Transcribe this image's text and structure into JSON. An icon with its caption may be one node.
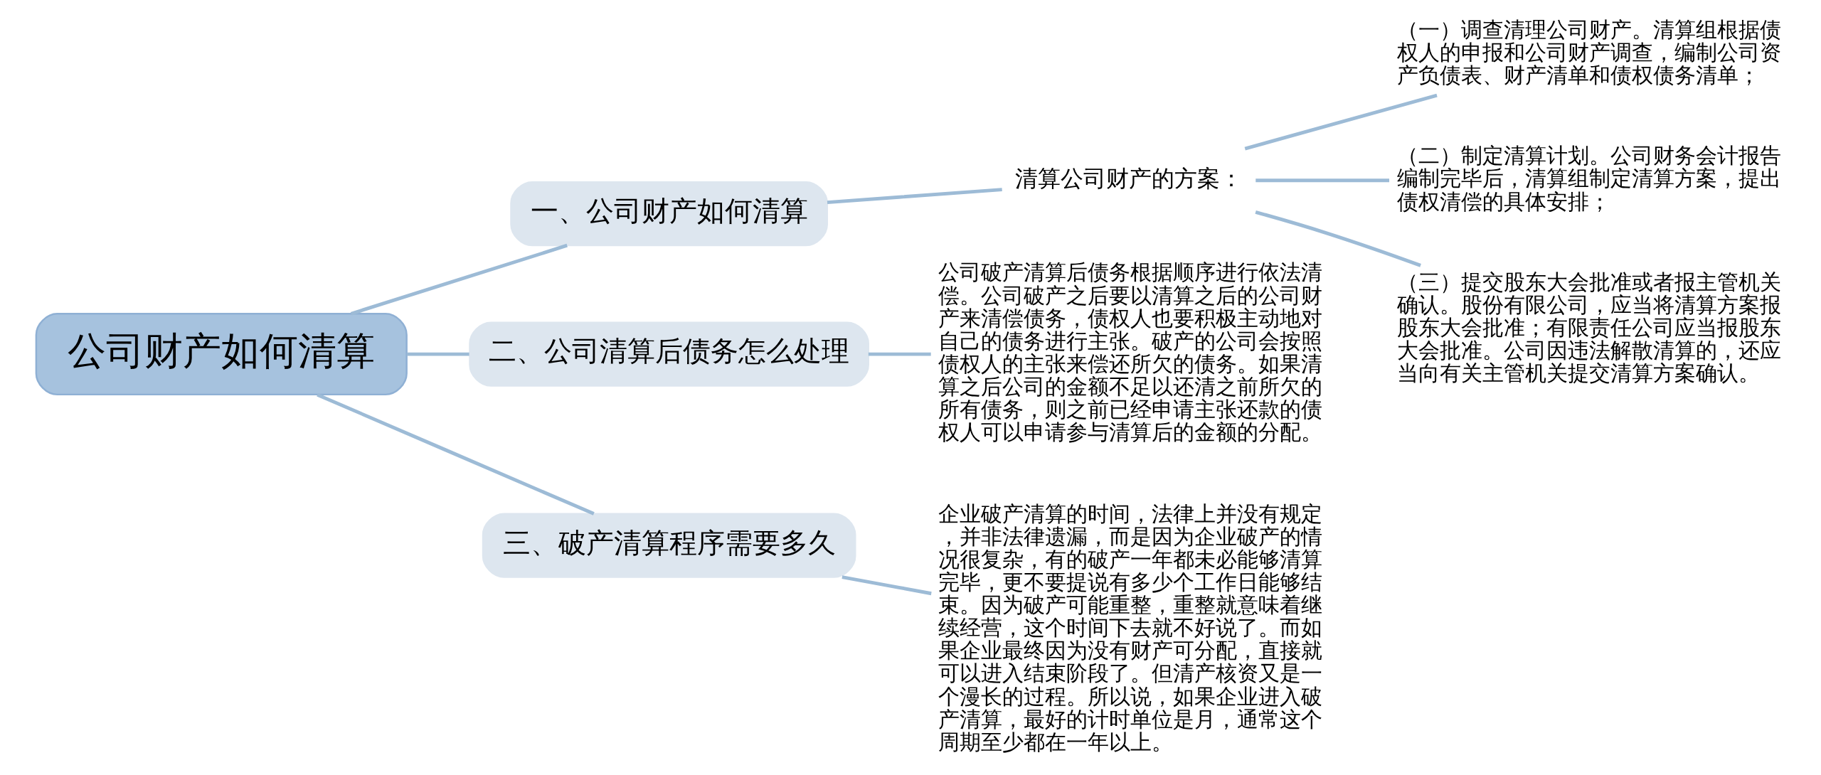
{
  "diagram": {
    "nodes": [
      {
        "text": [
          "公司财产如何清算"
        ]
      },
      {
        "text": [
          "一、公司财产如何清算"
        ]
      },
      {
        "text": [
          "清算公司财产的方案："
        ]
      },
      {
        "text": [
          "（一）调查清理公司财产。清算组根据债权人的申报和公司财产调查，编制公司资产负债表、财产清单和债权债务清单；"
        ]
      },
      {
        "text": [
          "（二）制定清算计划。公司财务会计报告编制完毕后，清算组制定清算方案，提出债权清偿的具体安排；"
        ]
      },
      {
        "text": [
          "（三）提交股东大会批准或者报主管机关确认。股份有限公司，应当将清算方案报股东大会批准；有限责任公司应当报股东大会批准。公司因违法解散清算的，还应当向有关主管机关提交清算方案确认。"
        ]
      },
      {
        "text": [
          "二、公司清算后债务怎么处理"
        ]
      },
      {
        "text": [
          "公司破产清算后债务根据顺序进行依法清偿。公司破产之后要以清算之后的公司财产来清偿债务，债权人也要积极主动地对自己的债务进行主张。破产的公司会按照债权人的主张来偿还所欠的债务。如果清算之后公司的金额不足以还清之前所欠的所有债务，则之前已经申请主张还款的债权人可以申请参与清算后的金额的分配。"
        ]
      },
      {
        "text": [
          "三、破产清算程序需要多久"
        ]
      },
      {
        "text": [
          "企业破产清算的时间，法律上并没有规定，并非法律遗漏，而是因为企业破产的情况很复杂，有的破产一年都未必能够清算完毕，更不要提说有多少个工作日能够结束。因为破产可能重整，重整就意味着继续经营，这个时间下去就不好说了。而如果企业最终因为没有财产可分配，直接就可以进入结束阶段了。但清产核资又是一个漫长的过程。所以说，如果企业进入破产清算，最好的计时单位是月，通常这个周期至少都在一年以上。"
        ]
      }
    ],
    "edges": [
      {
        "from": 0,
        "to": 1,
        "arrow": "none"
      },
      {
        "from": 1,
        "to": 2,
        "arrow": "none"
      },
      {
        "from": 2,
        "to": 3,
        "arrow": "none"
      },
      {
        "from": 2,
        "to": 4,
        "arrow": "none"
      },
      {
        "from": 2,
        "to": 5,
        "arrow": "none"
      },
      {
        "from": 0,
        "to": 6,
        "arrow": "none"
      },
      {
        "from": 6,
        "to": 7,
        "arrow": "none"
      },
      {
        "from": 0,
        "to": 8,
        "arrow": "none"
      },
      {
        "from": 8,
        "to": 9,
        "arrow": "none"
      }
    ]
  }
}
